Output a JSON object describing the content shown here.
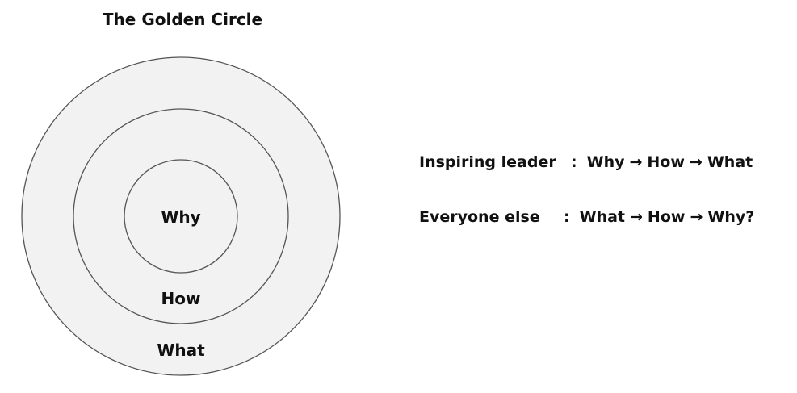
{
  "title": "The Golden Circle",
  "circles": {
    "inner_label": "Why",
    "middle_label": "How",
    "outer_label": "What",
    "fill_color": "#f2f2f2",
    "stroke_color": "#555555"
  },
  "flows": {
    "leader": {
      "label": "Inspiring leader",
      "separator": ":",
      "steps": [
        "Why",
        "How",
        "What"
      ],
      "arrow": "→"
    },
    "others": {
      "label": "Everyone else",
      "separator": ":",
      "steps": [
        "What",
        "How",
        "Why?"
      ],
      "arrow": "→"
    }
  }
}
